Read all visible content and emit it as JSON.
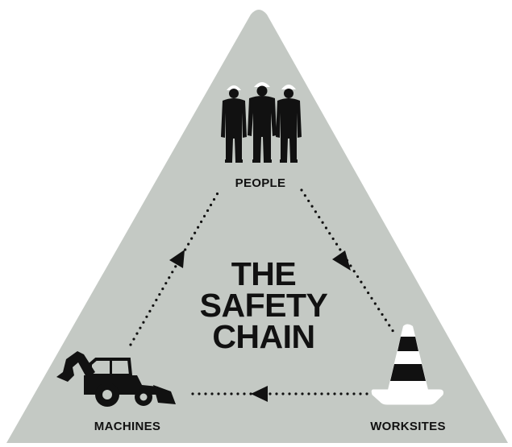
{
  "colors": {
    "background": "#ffffff",
    "triangle": "#c4c9c4",
    "ink": "#111111",
    "cone_stripe": "#ffffff"
  },
  "title": {
    "line1": "THE",
    "line2": "SAFETY",
    "line3": "CHAIN"
  },
  "nodes": {
    "people": {
      "label": "PEOPLE",
      "icon": "workers-with-hard-hats-icon"
    },
    "worksites": {
      "label": "WORKSITES",
      "icon": "traffic-cone-icon"
    },
    "machines": {
      "label": "MACHINES",
      "icon": "backhoe-loader-icon"
    }
  },
  "flow": [
    {
      "from": "people",
      "to": "worksites",
      "style": "dotted-arrow"
    },
    {
      "from": "worksites",
      "to": "machines",
      "style": "dotted-arrow"
    },
    {
      "from": "machines",
      "to": "people",
      "style": "dotted-arrow"
    }
  ]
}
